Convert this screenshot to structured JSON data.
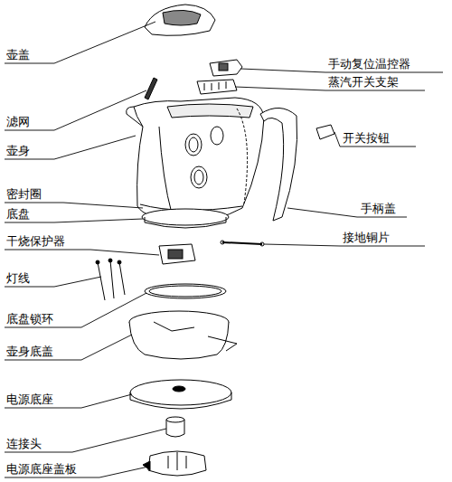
{
  "diagram": {
    "labels": [
      "壶盖",
      "手动复位温控器",
      "蒸汽开关支架",
      "滤网",
      "壶身",
      "开关按钮",
      "密封圈",
      "底盘",
      "手柄盖",
      "干烧保护器",
      "接地铜片",
      "灯线",
      "底盘锁环",
      "壶身底盖",
      "电源底座",
      "连接头",
      "电源底座盖板"
    ]
  }
}
